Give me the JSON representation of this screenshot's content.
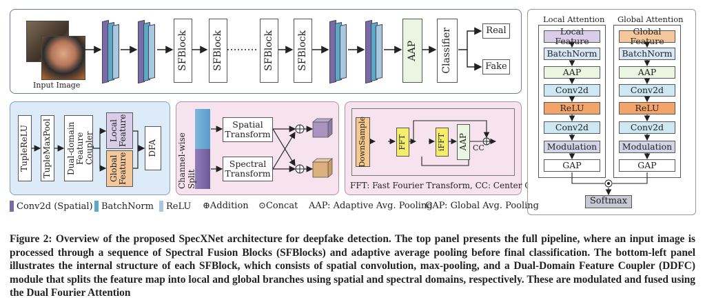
{
  "top": {
    "input_label": "Input Image",
    "sfblock_labels": [
      "SFBlock",
      "SFBlock",
      "SFBlock",
      "SFBlock"
    ],
    "aap": "AAP",
    "classifier": "Classifier",
    "out_real": "Real",
    "out_fake": "Fake"
  },
  "sfblock_panel": {
    "tuplerelu": "TupleReLU",
    "tuplemaxpool": "TupleMaxPool",
    "ddfc": "Dual-domain Feature Coupler",
    "local": "Local Feature",
    "global": "Global Feature",
    "dfa": "DFA"
  },
  "ddfc_panel": {
    "split": "Channel-wise Split",
    "spatial": "Spatial Transform",
    "spectral": "Spectral Transform"
  },
  "spectral_panel": {
    "downsample": "DownSample",
    "fft": "FFT",
    "ifft": "iFFT",
    "aap": "AAP",
    "cc": "CC",
    "note": "FFT: Fast Fourier Transform, CC: Center Crop"
  },
  "attention": {
    "local_title": "Local Attention",
    "global_title": "Global Attention",
    "local_steps": [
      "Local Feature",
      "BatchNorm",
      "AAP",
      "Conv2d",
      "ReLU",
      "Conv2d",
      "Modulation",
      "GAP"
    ],
    "global_steps": [
      "Global Feature",
      "BatchNorm",
      "AAP",
      "Conv2d",
      "ReLU",
      "Conv2d",
      "Modulation",
      "GAP"
    ],
    "softmax": "Softmax"
  },
  "legend": {
    "conv": "Conv2d (Spatial)",
    "bn": "BatchNorm",
    "relu": "ReLU",
    "add": "⊕Addition",
    "concat": "⊙Concat",
    "aap": "AAP: Adaptive Avg. Pooling",
    "gap": "GAP: Global Avg. Pooling"
  },
  "caption": "Figure 2: Overview of the proposed SpecXNet architecture for deepfake detection. The top panel presents the full pipeline, where an input image is processed through a sequence of Spectral Fusion Blocks (SFBlocks) and adaptive average pooling before final classification. The bottom-left panel illustrates the internal structure of each SFBlock, which consists of spatial convolution, max-pooling, and a Dual-Domain Feature Coupler (DDFC) module that splits the feature map into local and global branches using spatial and spectral domains, respectively. These are modulated and fused using the Dual Fourier Attention",
  "colors": {
    "conv": "#7b6aa8",
    "bn": "#5aa9c9",
    "relu": "#a8c8e0",
    "aap_green": "#eaf6e2",
    "local_purple": "#d9cde8",
    "global_orange": "#f4c89a",
    "relu_orange": "#f3a46b",
    "conv_blue": "#cde8f2",
    "fft_yellow": "#f5ee6a",
    "panel_blue": "#dcebf7",
    "panel_pink": "#f7e3ee"
  }
}
